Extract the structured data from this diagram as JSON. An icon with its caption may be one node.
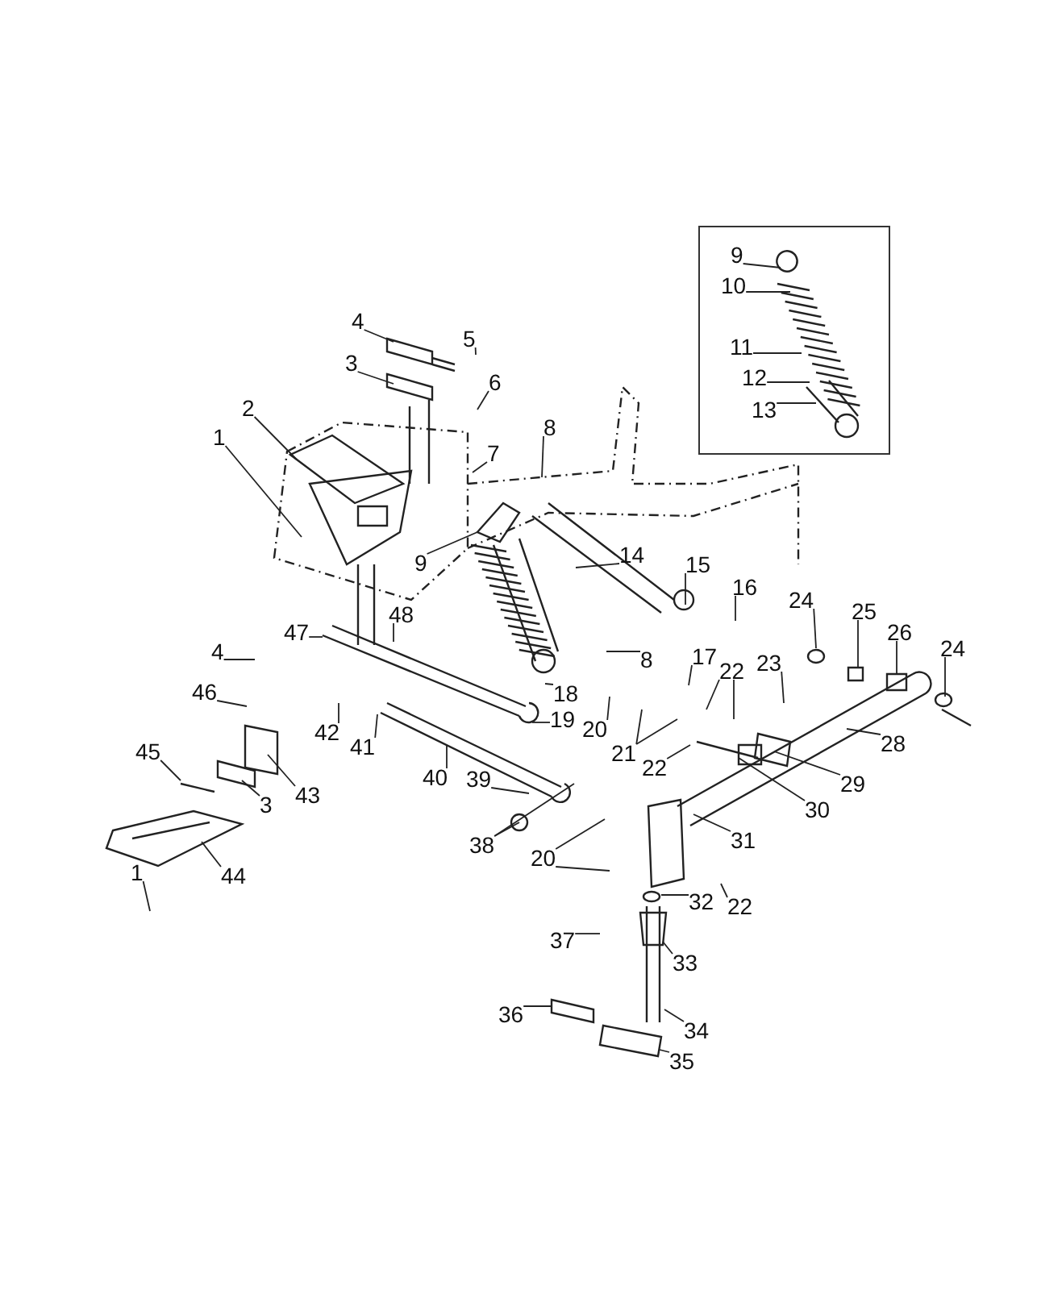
{
  "diagram": {
    "nodes": [
      {
        "text": [],
        "shape": "box"
      },
      {
        "text": [
          "9"
        ],
        "in": 0
      },
      {
        "text": [
          "10"
        ],
        "in": 0
      },
      {
        "text": [
          "11"
        ],
        "in": 0
      },
      {
        "text": [
          "12"
        ],
        "in": 0
      },
      {
        "text": [
          "13"
        ],
        "in": 0
      },
      {
        "text": [
          "5"
        ]
      },
      {
        "text": [
          "4"
        ]
      },
      {
        "text": [
          "3"
        ]
      },
      {
        "text": [
          "6"
        ]
      },
      {
        "text": [
          "2"
        ]
      },
      {
        "text": [
          "8"
        ]
      },
      {
        "text": [
          "1"
        ]
      },
      {
        "text": [
          "7"
        ]
      },
      {
        "text": [
          "9"
        ]
      },
      {
        "text": [
          "14"
        ]
      },
      {
        "text": [
          "15"
        ]
      },
      {
        "text": [
          "16"
        ]
      },
      {
        "text": [
          "24"
        ]
      },
      {
        "text": [
          "25"
        ]
      },
      {
        "text": [
          "48"
        ]
      },
      {
        "text": [
          "47"
        ]
      },
      {
        "text": [
          "26"
        ]
      },
      {
        "text": [
          "17"
        ]
      },
      {
        "text": [
          "24"
        ]
      },
      {
        "text": [
          "23"
        ]
      },
      {
        "text": [
          "4"
        ]
      },
      {
        "text": [
          "22"
        ]
      },
      {
        "text": [
          "8"
        ]
      },
      {
        "text": [
          "46"
        ]
      },
      {
        "text": [
          "18"
        ]
      },
      {
        "text": [
          "19"
        ]
      },
      {
        "text": [
          "20"
        ]
      },
      {
        "text": [
          "42"
        ]
      },
      {
        "text": [
          "41"
        ]
      },
      {
        "text": [
          "45"
        ]
      },
      {
        "text": [
          "21"
        ]
      },
      {
        "text": [
          "22"
        ]
      },
      {
        "text": [
          "28"
        ]
      },
      {
        "text": [
          "40"
        ]
      },
      {
        "text": [
          "39"
        ]
      },
      {
        "text": [
          "29"
        ]
      },
      {
        "text": [
          "43"
        ]
      },
      {
        "text": [
          "3"
        ]
      },
      {
        "text": [
          "30"
        ]
      },
      {
        "text": [
          "31"
        ]
      },
      {
        "text": [
          "38"
        ]
      },
      {
        "text": [
          "20"
        ]
      },
      {
        "text": [
          "44"
        ]
      },
      {
        "text": [
          "1"
        ]
      },
      {
        "text": [
          "22"
        ]
      },
      {
        "text": [
          "32"
        ]
      },
      {
        "text": [
          "37"
        ]
      },
      {
        "text": [
          "33"
        ]
      },
      {
        "text": [
          "36"
        ]
      },
      {
        "text": [
          "34"
        ]
      },
      {
        "text": [
          "35"
        ]
      }
    ],
    "edges": [
      {
        "from": 1,
        "to": null,
        "arrow": "none"
      },
      {
        "from": 2,
        "to": null,
        "arrow": "none"
      },
      {
        "from": 3,
        "to": null,
        "arrow": "none"
      },
      {
        "from": 4,
        "to": null,
        "arrow": "none"
      },
      {
        "from": 5,
        "to": null,
        "arrow": "none"
      },
      {
        "from": 6,
        "to": null,
        "arrow": "none"
      },
      {
        "from": 7,
        "to": null,
        "arrow": "none"
      },
      {
        "from": 8,
        "to": null,
        "arrow": "none"
      },
      {
        "from": 9,
        "to": null,
        "arrow": "none"
      },
      {
        "from": 10,
        "to": null,
        "arrow": "none"
      },
      {
        "from": 11,
        "to": null,
        "arrow": "none"
      },
      {
        "from": 12,
        "to": null,
        "arrow": "none"
      },
      {
        "from": 13,
        "to": null,
        "arrow": "none"
      },
      {
        "from": 14,
        "to": null,
        "arrow": "none"
      },
      {
        "from": 15,
        "to": null,
        "arrow": "none"
      },
      {
        "from": 16,
        "to": null,
        "arrow": "none"
      },
      {
        "from": 17,
        "to": null,
        "arrow": "none"
      },
      {
        "from": 18,
        "to": null,
        "arrow": "none"
      },
      {
        "from": 19,
        "to": null,
        "arrow": "none"
      },
      {
        "from": 20,
        "to": null,
        "arrow": "none"
      },
      {
        "from": 21,
        "to": null,
        "arrow": "none"
      },
      {
        "from": 22,
        "to": null,
        "arrow": "none"
      },
      {
        "from": 23,
        "to": null,
        "arrow": "none"
      },
      {
        "from": 24,
        "to": null,
        "arrow": "none"
      },
      {
        "from": 25,
        "to": null,
        "arrow": "none"
      },
      {
        "from": 26,
        "to": null,
        "arrow": "none"
      },
      {
        "from": 27,
        "to": null,
        "arrow": "none"
      },
      {
        "from": 27,
        "to": null,
        "arrow": "none"
      },
      {
        "from": 28,
        "to": null,
        "arrow": "none"
      },
      {
        "from": 29,
        "to": null,
        "arrow": "none"
      },
      {
        "from": 30,
        "to": null,
        "arrow": "none"
      },
      {
        "from": 31,
        "to": null,
        "arrow": "none"
      },
      {
        "from": 32,
        "to": null,
        "arrow": "none"
      },
      {
        "from": 33,
        "to": null,
        "arrow": "none"
      },
      {
        "from": 34,
        "to": null,
        "arrow": "none"
      },
      {
        "from": 35,
        "to": null,
        "arrow": "none"
      },
      {
        "from": 36,
        "to": null,
        "arrow": "none"
      },
      {
        "from": 36,
        "to": null,
        "arrow": "none"
      },
      {
        "from": 37,
        "to": null,
        "arrow": "none"
      },
      {
        "from": 38,
        "to": null,
        "arrow": "none"
      },
      {
        "from": 39,
        "to": null,
        "arrow": "none"
      },
      {
        "from": 40,
        "to": null,
        "arrow": "none"
      },
      {
        "from": 41,
        "to": null,
        "arrow": "none"
      },
      {
        "from": 42,
        "to": null,
        "arrow": "none"
      },
      {
        "from": 43,
        "to": null,
        "arrow": "none"
      },
      {
        "from": 44,
        "to": null,
        "arrow": "none"
      },
      {
        "from": 45,
        "to": null,
        "arrow": "none"
      },
      {
        "from": 46,
        "to": null,
        "arrow": "none"
      },
      {
        "from": 46,
        "to": null,
        "arrow": "none"
      },
      {
        "from": 47,
        "to": null,
        "arrow": "none"
      },
      {
        "from": 47,
        "to": null,
        "arrow": "none"
      },
      {
        "from": 48,
        "to": null,
        "arrow": "none"
      },
      {
        "from": 49,
        "to": null,
        "arrow": "none"
      },
      {
        "from": 50,
        "to": null,
        "arrow": "none"
      },
      {
        "from": 51,
        "to": null,
        "arrow": "none"
      },
      {
        "from": 52,
        "to": null,
        "arrow": "none"
      },
      {
        "from": 53,
        "to": null,
        "arrow": "none"
      },
      {
        "from": 54,
        "to": null,
        "arrow": "none"
      },
      {
        "from": 55,
        "to": null,
        "arrow": "none"
      },
      {
        "from": 56,
        "to": null,
        "arrow": "none"
      }
    ]
  }
}
